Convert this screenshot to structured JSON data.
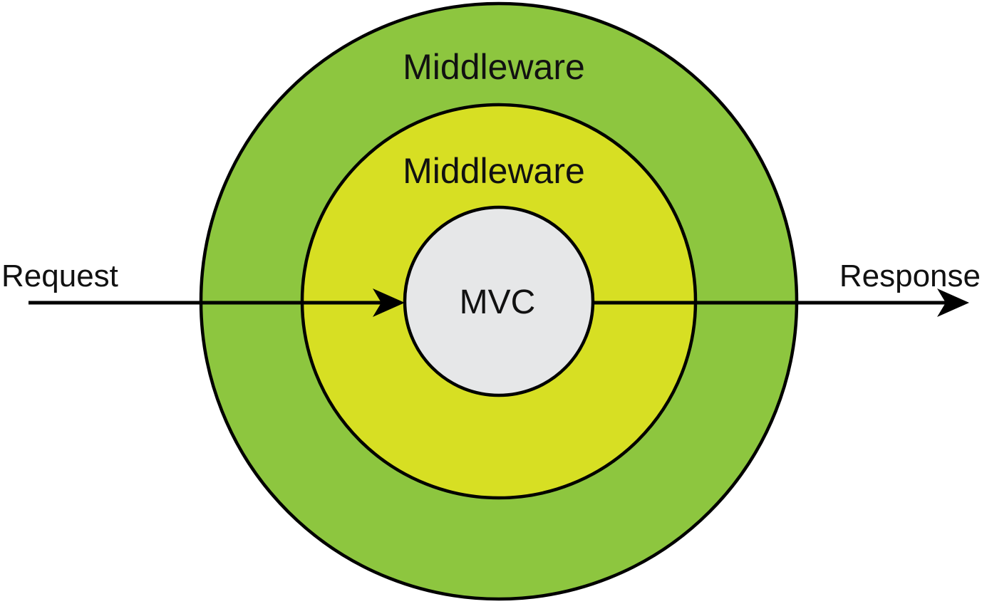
{
  "diagram": {
    "kind": "nested-middleware-pipeline",
    "labels": {
      "request": "Request",
      "response": "Response",
      "middleware_outer": "Middleware",
      "middleware_inner": "Middleware",
      "core": "MVC"
    },
    "colors": {
      "outer_ring": "#8dc63f",
      "inner_ring": "#d7df23",
      "core_fill": "#e6e7e8",
      "line": "#000000",
      "background": "#ffffff"
    }
  }
}
